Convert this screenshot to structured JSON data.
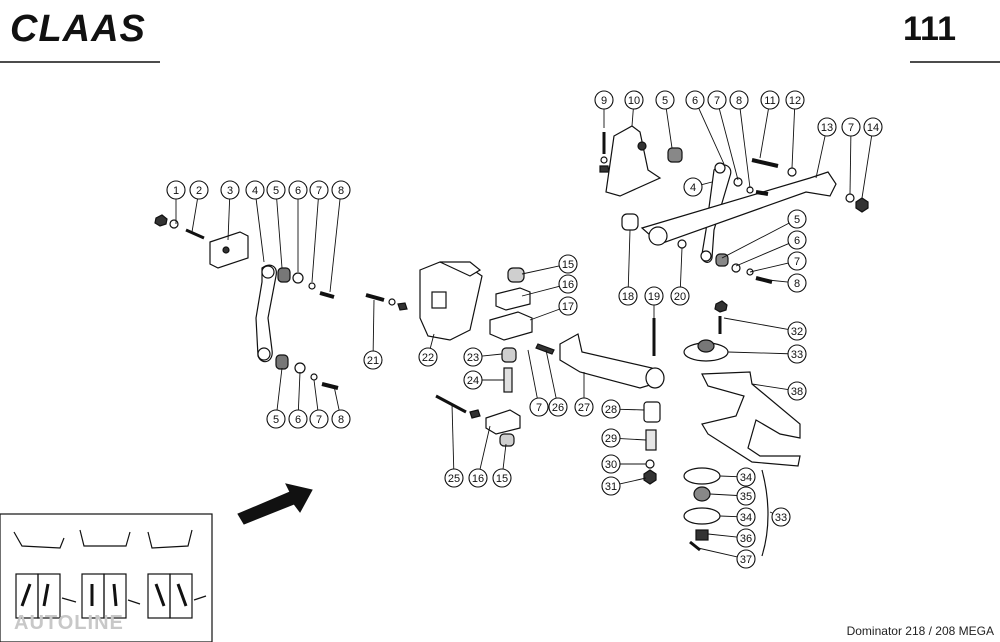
{
  "header": {
    "brand": "CLAAS",
    "page_number": "111"
  },
  "footer": {
    "model_text": "Dominator 218 / 208 MEGA"
  },
  "watermark": "AUTOLINE",
  "callouts": [
    {
      "n": "1"
    },
    {
      "n": "2"
    },
    {
      "n": "3"
    },
    {
      "n": "4"
    },
    {
      "n": "5"
    },
    {
      "n": "6"
    },
    {
      "n": "7"
    },
    {
      "n": "8"
    },
    {
      "n": "5"
    },
    {
      "n": "6"
    },
    {
      "n": "7"
    },
    {
      "n": "8"
    },
    {
      "n": "9"
    },
    {
      "n": "10"
    },
    {
      "n": "5"
    },
    {
      "n": "6"
    },
    {
      "n": "7"
    },
    {
      "n": "8"
    },
    {
      "n": "11"
    },
    {
      "n": "12"
    },
    {
      "n": "13"
    },
    {
      "n": "7"
    },
    {
      "n": "14"
    },
    {
      "n": "4"
    },
    {
      "n": "5"
    },
    {
      "n": "6"
    },
    {
      "n": "7"
    },
    {
      "n": "8"
    },
    {
      "n": "18"
    },
    {
      "n": "19"
    },
    {
      "n": "20"
    },
    {
      "n": "15"
    },
    {
      "n": "16"
    },
    {
      "n": "17"
    },
    {
      "n": "23"
    },
    {
      "n": "24"
    },
    {
      "n": "21"
    },
    {
      "n": "22"
    },
    {
      "n": "7"
    },
    {
      "n": "26"
    },
    {
      "n": "27"
    },
    {
      "n": "25"
    },
    {
      "n": "16"
    },
    {
      "n": "15"
    },
    {
      "n": "28"
    },
    {
      "n": "29"
    },
    {
      "n": "30"
    },
    {
      "n": "31"
    },
    {
      "n": "32"
    },
    {
      "n": "33"
    },
    {
      "n": "38"
    },
    {
      "n": "34"
    },
    {
      "n": "35"
    },
    {
      "n": "34"
    },
    {
      "n": "36"
    },
    {
      "n": "37"
    },
    {
      "n": "33"
    }
  ]
}
